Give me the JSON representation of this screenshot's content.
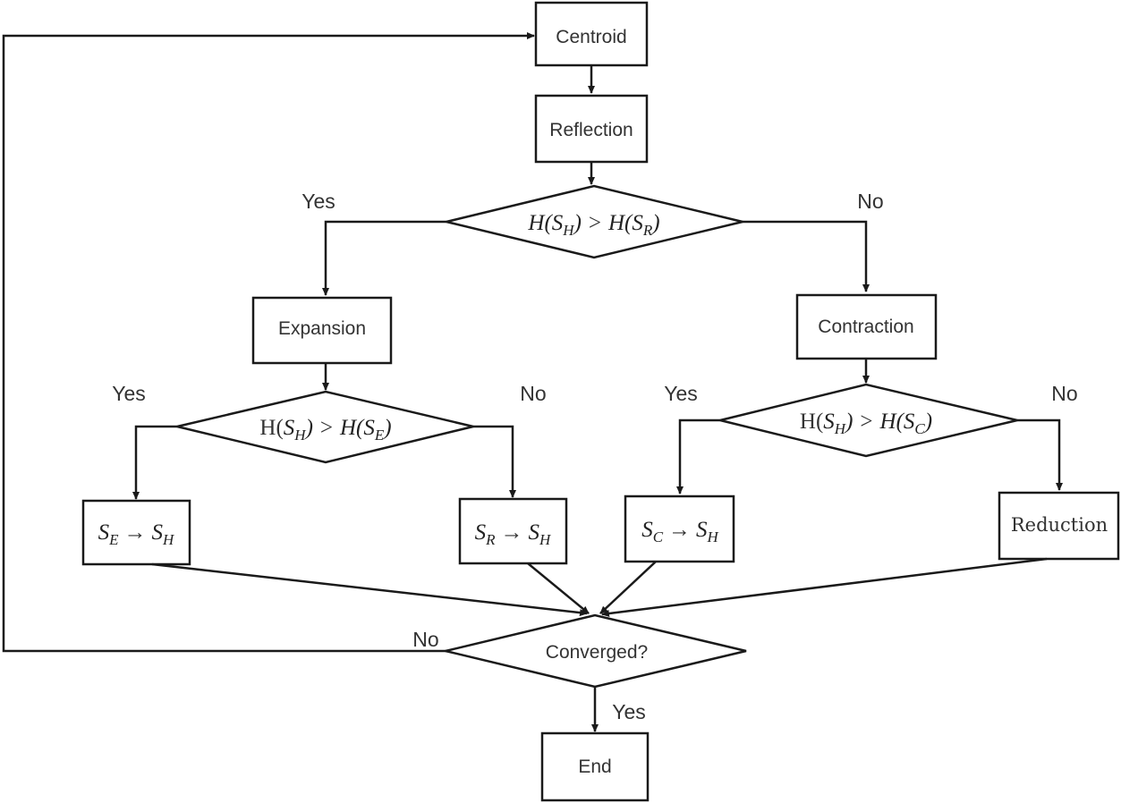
{
  "diagram": {
    "type": "flowchart",
    "nodes": {
      "centroid": "Centroid",
      "reflection": "Reflection",
      "expansion": "Expansion",
      "contraction": "Contraction",
      "reduction": "Reduction",
      "converged": "Converged?",
      "end": "End"
    },
    "decisions": {
      "d1": {
        "lhs_prefix": "H(",
        "lhs_var": "S",
        "lhs_sub": "H",
        "op": ">",
        "rhs_prefix": "H(",
        "rhs_var": "S",
        "rhs_sub": "R",
        "close": ")"
      },
      "d2": {
        "lhs_prefix": "H(",
        "lhs_var": "S",
        "lhs_sub": "H",
        "op": ">",
        "rhs_prefix": "H(",
        "rhs_var": "S",
        "rhs_sub": "E",
        "close": ")"
      },
      "d3": {
        "lhs_prefix": "H(",
        "lhs_var": "S",
        "lhs_sub": "H",
        "op": ">",
        "rhs_prefix": "H(",
        "rhs_var": "S",
        "rhs_sub": "C",
        "close": ")"
      }
    },
    "assignments": {
      "se_sh": {
        "from_var": "S",
        "from_sub": "E",
        "arrow": "→",
        "to_var": "S",
        "to_sub": "H"
      },
      "sr_sh": {
        "from_var": "S",
        "from_sub": "R",
        "arrow": "→",
        "to_var": "S",
        "to_sub": "H"
      },
      "sc_sh": {
        "from_var": "S",
        "from_sub": "C",
        "arrow": "→",
        "to_var": "S",
        "to_sub": "H"
      }
    },
    "edge_labels": {
      "yes": "Yes",
      "no": "No"
    }
  }
}
